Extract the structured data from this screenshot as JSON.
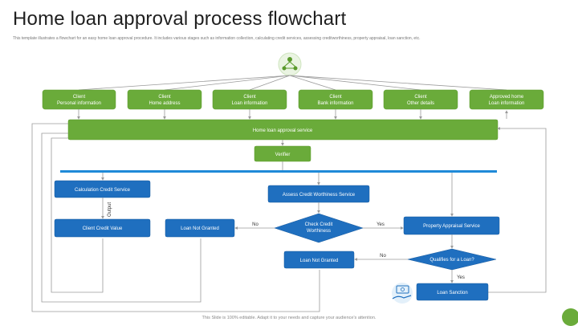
{
  "title": "Home loan approval process flowchart",
  "subtitle": "This template illustrates a flowchart for an easy home loan approval procedure. It includes various stages such as information collection, calculating credit services, assessing creditworthiness, property appraisal, loan sanction, etc.",
  "footer": "This Slide is 100% editable. Adapt it to your needs and capture your audience's attention.",
  "top_boxes": [
    {
      "line1": "Client",
      "line2": "Personal information"
    },
    {
      "line1": "Client",
      "line2": "Home address"
    },
    {
      "line1": "Client",
      "line2": "Loan information"
    },
    {
      "line1": "Client",
      "line2": "Bank information"
    },
    {
      "line1": "Client",
      "line2": "Other details"
    },
    {
      "line1": "Approved home",
      "line2": "Loan information"
    }
  ],
  "service_bar": "Home loan approval service",
  "verifier": "Verifier",
  "calc_service": "Calculation Credit Service",
  "output_label": "Output",
  "client_credit_value": "Client Credit Value",
  "loan_not_granted_left": "Loan Not Granted",
  "assess_service": "Assess Credit Worthiness Service",
  "check_credit_line1": "Check Credit",
  "check_credit_line2": "Worthiness",
  "no_label_1": "No",
  "yes_label_1": "Yes",
  "property_appraisal": "Property Appraisal Service",
  "loan_not_granted_mid": "Loan Not Granted",
  "no_label_2": "No",
  "qualifies": "Qualifies for a Loan?",
  "yes_label_2": "Yes",
  "loan_sanction": "Loan Sanction",
  "colors": {
    "green": "#6aab3a",
    "blue": "#1f6fbf",
    "line": "#9a9a9a"
  },
  "icons": [
    "network-people-icon",
    "money-hand-icon"
  ]
}
